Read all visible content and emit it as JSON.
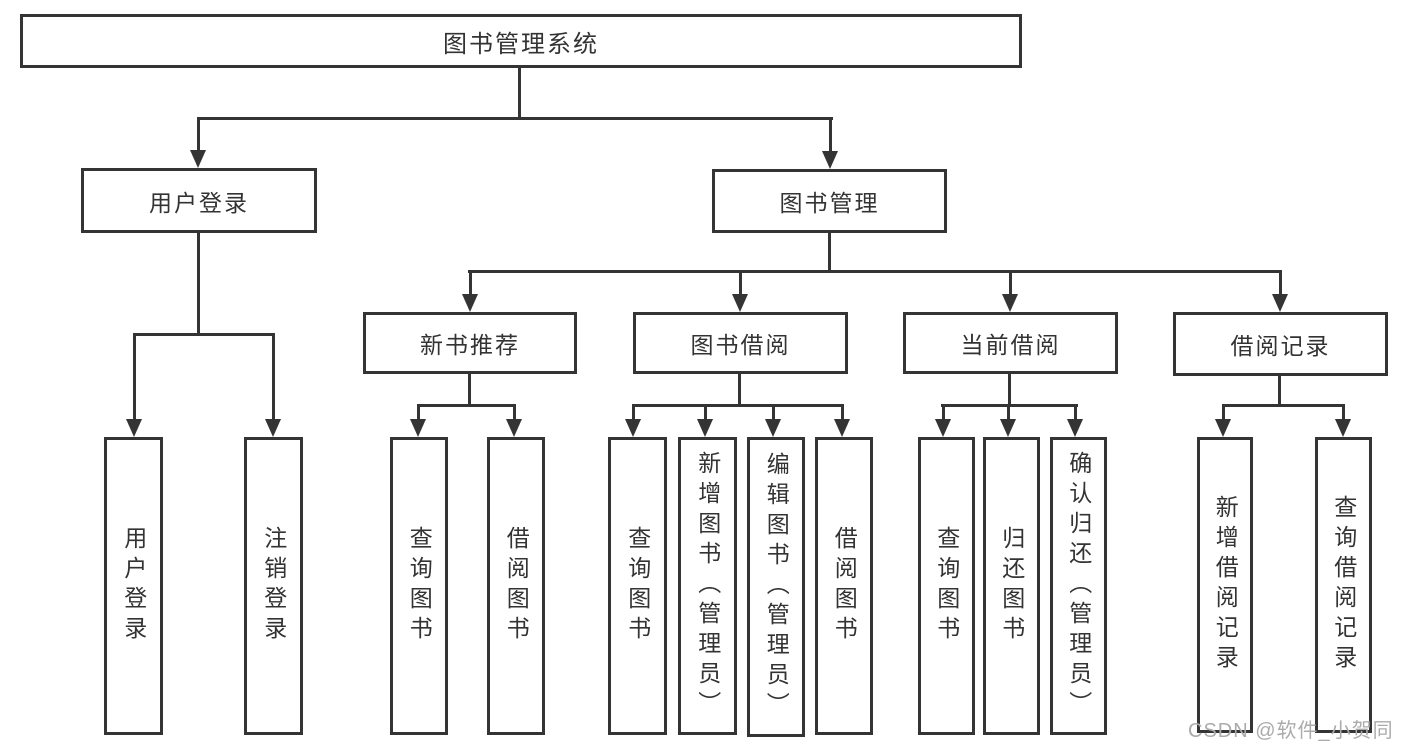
{
  "nodes": {
    "root": "图书管理系统",
    "login": "用户登录",
    "manage": "图书管理",
    "recommend": "新书推荐",
    "borrow": "图书借阅",
    "current": "当前借阅",
    "record": "借阅记录"
  },
  "leaves": {
    "login_user": "用户登录",
    "login_logout": "注销登录",
    "rec_query": "查询图书",
    "rec_borrow": "借阅图书",
    "borrow_query": "查询图书",
    "borrow_add": "新增图书（管理员）",
    "borrow_edit": "编辑图书（管理员）",
    "borrow_borrow": "借阅图书",
    "current_query": "查询图书",
    "current_return": "归还图书",
    "current_confirm": "确认归还（管理员）",
    "record_add": "新增借阅记录",
    "record_query": "查询借阅记录"
  },
  "watermark": "CSDN @软件_小贺同学",
  "colors": {
    "line": "#343434",
    "text": "#333333",
    "watermark": "#ababab"
  }
}
